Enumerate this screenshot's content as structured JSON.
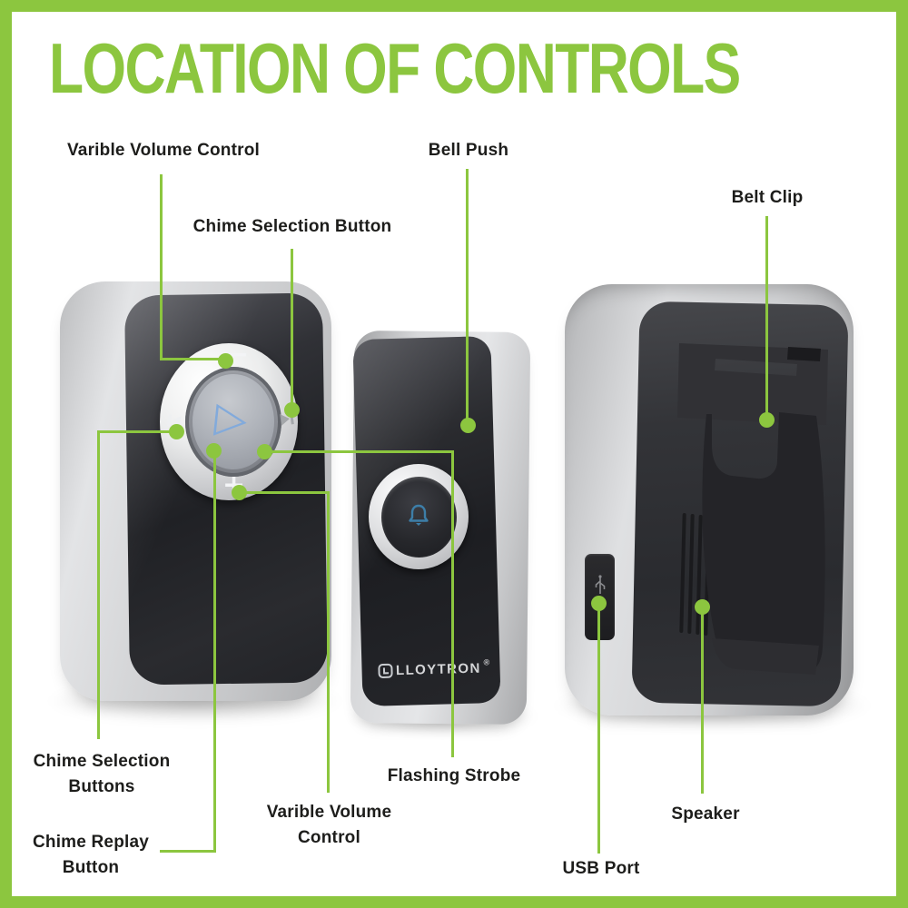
{
  "page_title": "LOCATION OF CONTROLS",
  "theme": {
    "accent_green": "#8cc63f",
    "label_color": "#1d1d1b",
    "background": "#ffffff"
  },
  "callouts": {
    "variable_volume_top": "Varible Volume Control",
    "chime_selection_top": "Chime Selection Button",
    "bell_push": "Bell Push",
    "belt_clip": "Belt Clip",
    "chime_selection_bottom": "Chime Selection Buttons",
    "chime_replay": "Chime Replay Button",
    "variable_volume_bottom": "Varible Volume Control",
    "flashing_strobe": "Flashing Strobe",
    "speaker": "Speaker",
    "usb_port": "USB Port"
  },
  "chime_unit": {
    "icons": {
      "play": "▷",
      "volume_minus": "−",
      "volume_plus": "+",
      "skip_prev": "previous-chime-icon",
      "skip_next": "next-chime-icon"
    }
  },
  "bell_push": {
    "brand": "LLOYTRON",
    "registered_mark": "®",
    "icons": {
      "bell": "doorbell-icon"
    }
  },
  "receiver_back": {
    "icons": {
      "usb": "usb-icon"
    }
  }
}
